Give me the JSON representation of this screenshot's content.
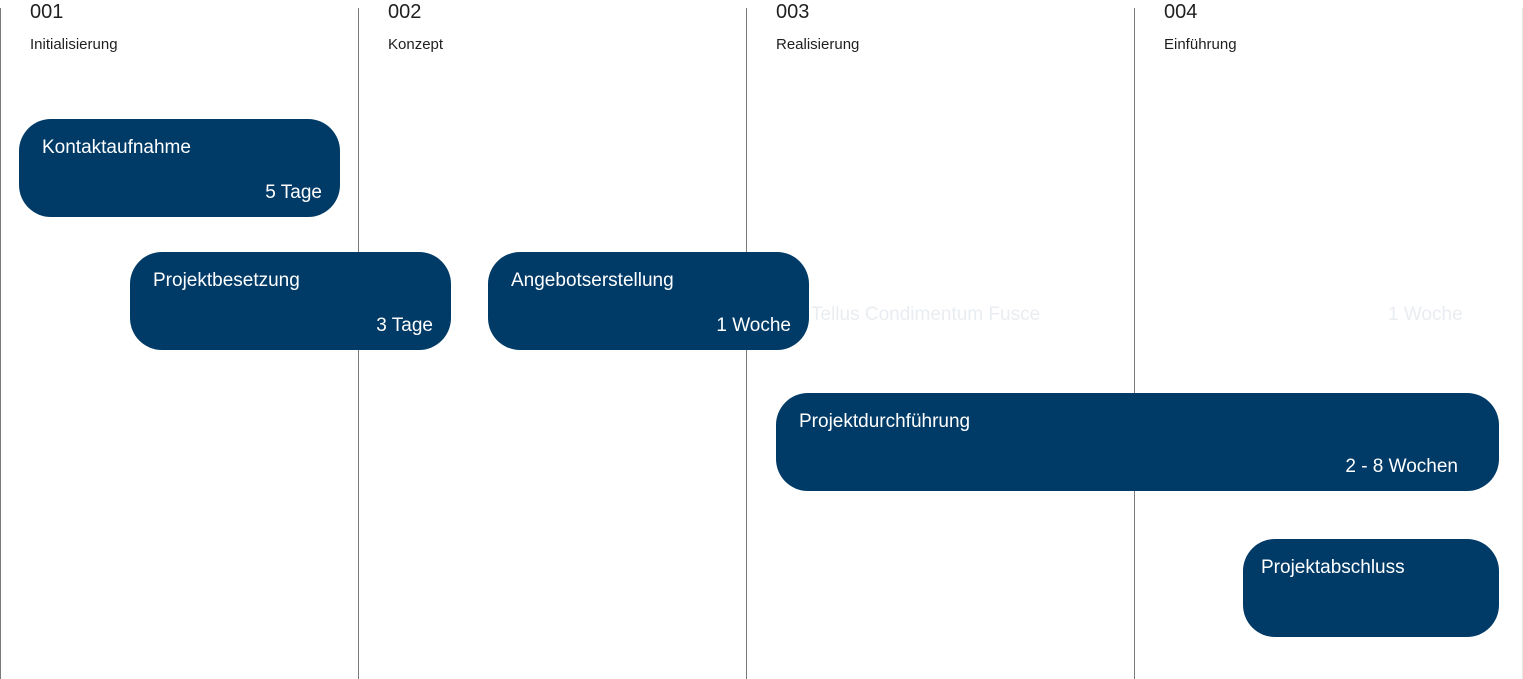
{
  "phases": [
    {
      "number": "001",
      "name": "Initialisierung"
    },
    {
      "number": "002",
      "name": "Konzept"
    },
    {
      "number": "003",
      "name": "Realisierung"
    },
    {
      "number": "004",
      "name": "Einführung"
    }
  ],
  "tasks": [
    {
      "title": "Kontaktaufnahme",
      "duration": "5 Tage"
    },
    {
      "title": "Projektbesetzung",
      "duration": "3 Tage"
    },
    {
      "title": "Angebotserstellung",
      "duration": "1 Woche"
    },
    {
      "title": "Projektdurchführung",
      "duration": "2 - 8 Wochen"
    },
    {
      "title": "Projektabschluss",
      "duration": ""
    }
  ],
  "ghost_row": {
    "title": "Tellus Condimentum Fusce",
    "duration": "1 Woche"
  },
  "colors": {
    "task_fill": "#003a67",
    "task_text": "#ffffff",
    "divider": "#7a7a7a",
    "ghost_text": "#e9edf1"
  }
}
